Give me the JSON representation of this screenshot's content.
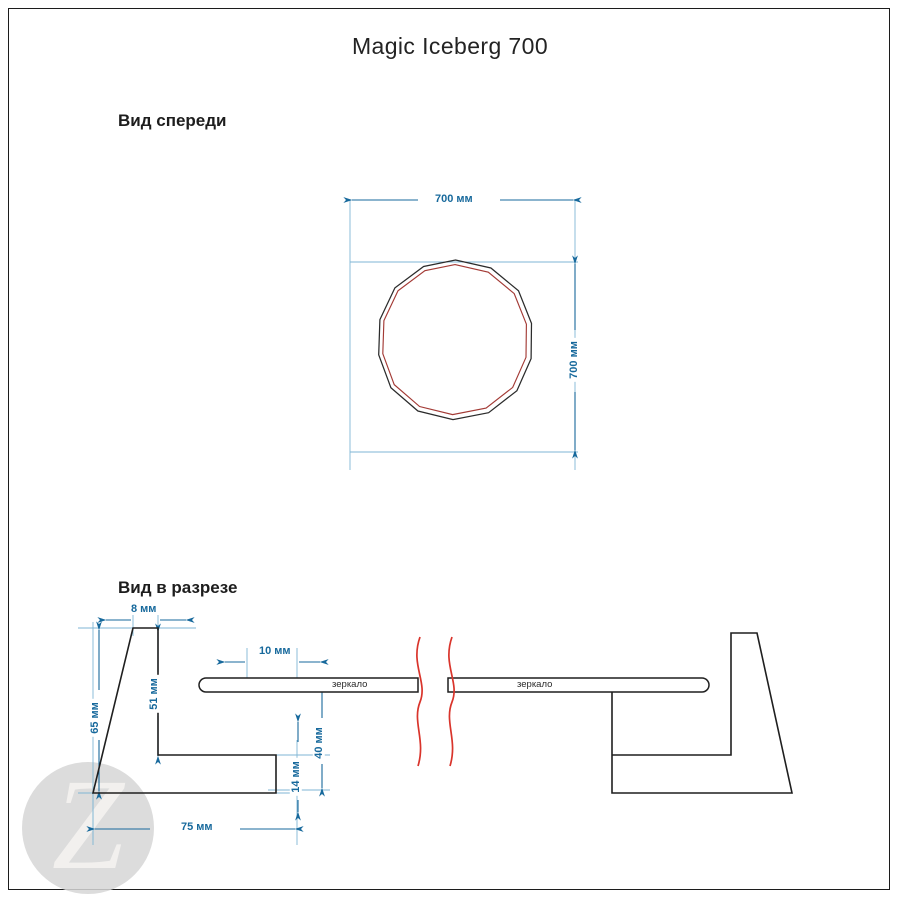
{
  "document": {
    "title": "Magic Iceberg 700"
  },
  "views": {
    "front": {
      "heading": "Вид спереди",
      "dimensions": {
        "width_label": "700 мм",
        "height_label": "700 мм"
      },
      "shape": "polygonal-round-mirror"
    },
    "section": {
      "heading": "Вид в разрезе",
      "dimensions": {
        "bracket_thickness": "8 мм",
        "bracket_height": "65 мм",
        "inner_height": "51 мм",
        "panel_offset": "10 мм",
        "drop_height": "40 мм",
        "lip_height": "14 мм",
        "base_depth": "75 мм"
      },
      "part_labels": {
        "mirror_left": "зеркало",
        "mirror_right": "зеркало"
      }
    }
  },
  "watermark": {
    "letter": "Z"
  },
  "colors": {
    "dimension_blue": "#17699c",
    "outline_dark": "#1f1f1f",
    "mirror_red": "#a33a35",
    "break_red": "#d9342b",
    "frame_border": "#1c1c1c",
    "watermark_gray": "#d5d5d5"
  }
}
